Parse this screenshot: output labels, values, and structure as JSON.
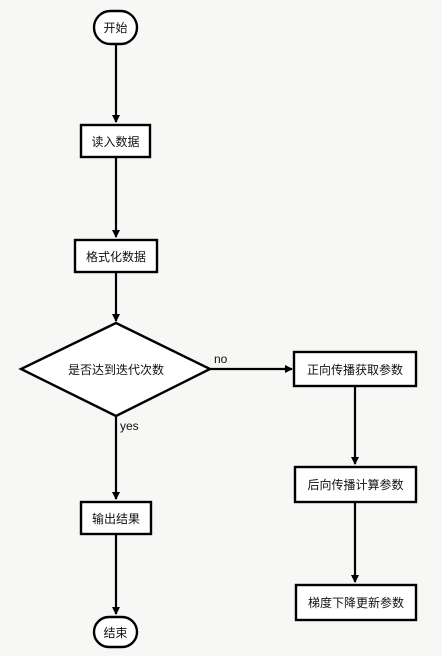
{
  "nodes": {
    "start": "开始",
    "read": "读入数据",
    "format": "格式化数据",
    "decision": "是否达到迭代次数",
    "forward": "正向传播获取参数",
    "backward": "后向传播计算参数",
    "gradient": "梯度下降更新参数",
    "output": "输出结果",
    "end": "结束"
  },
  "edges": {
    "no_label": "no",
    "yes_label": "yes"
  },
  "colors": {
    "background": "#f7f8f6",
    "stroke": "#000000",
    "box_fill": "#ffffff"
  }
}
